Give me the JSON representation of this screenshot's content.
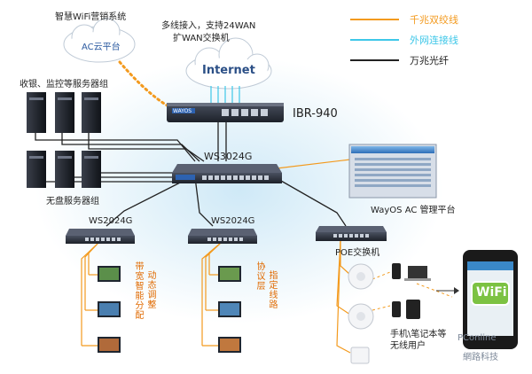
{
  "cloud_label": "AC云平台",
  "wifi_marketing": "智慧WiFi营销系统",
  "wan_note_1": "多线接入，支持24WAN",
  "wan_note_2": "扩WAN交换机",
  "internet": "Internet",
  "router_model": "IBR-940",
  "router_brand": "WAYOS",
  "core_switch": "WS3024G",
  "server_group_top": "收银、监控等服务器组",
  "server_group_bottom": "无盘服务器组",
  "ac_platform": "WayOS AC 管理平台",
  "poe_switch": "POE交换机",
  "access_switch_left": "WS2024G",
  "access_switch_right": "WS2024G",
  "left_vertical_1": "带宽智能分配",
  "left_vertical_2": "动态调整",
  "right_vertical_1": "协议层",
  "right_vertical_2": "指定线路",
  "users_line_1": "手机\\笔记本等",
  "users_line_2": "无线用户",
  "wifi_badge": "WiFi",
  "watermark": "PConline",
  "watermark_2": "網路科技",
  "legend": [
    {
      "label": "千兆双绞线",
      "color": "#f39a1e"
    },
    {
      "label": "外网连接线",
      "color": "#3ec7e8"
    },
    {
      "label": "万兆光纤",
      "color": "#222222"
    }
  ],
  "colors": {
    "gigabit": "#f39a1e",
    "wan": "#3ec7e8",
    "fiber": "#222222",
    "switch": "#2a2f3a"
  }
}
